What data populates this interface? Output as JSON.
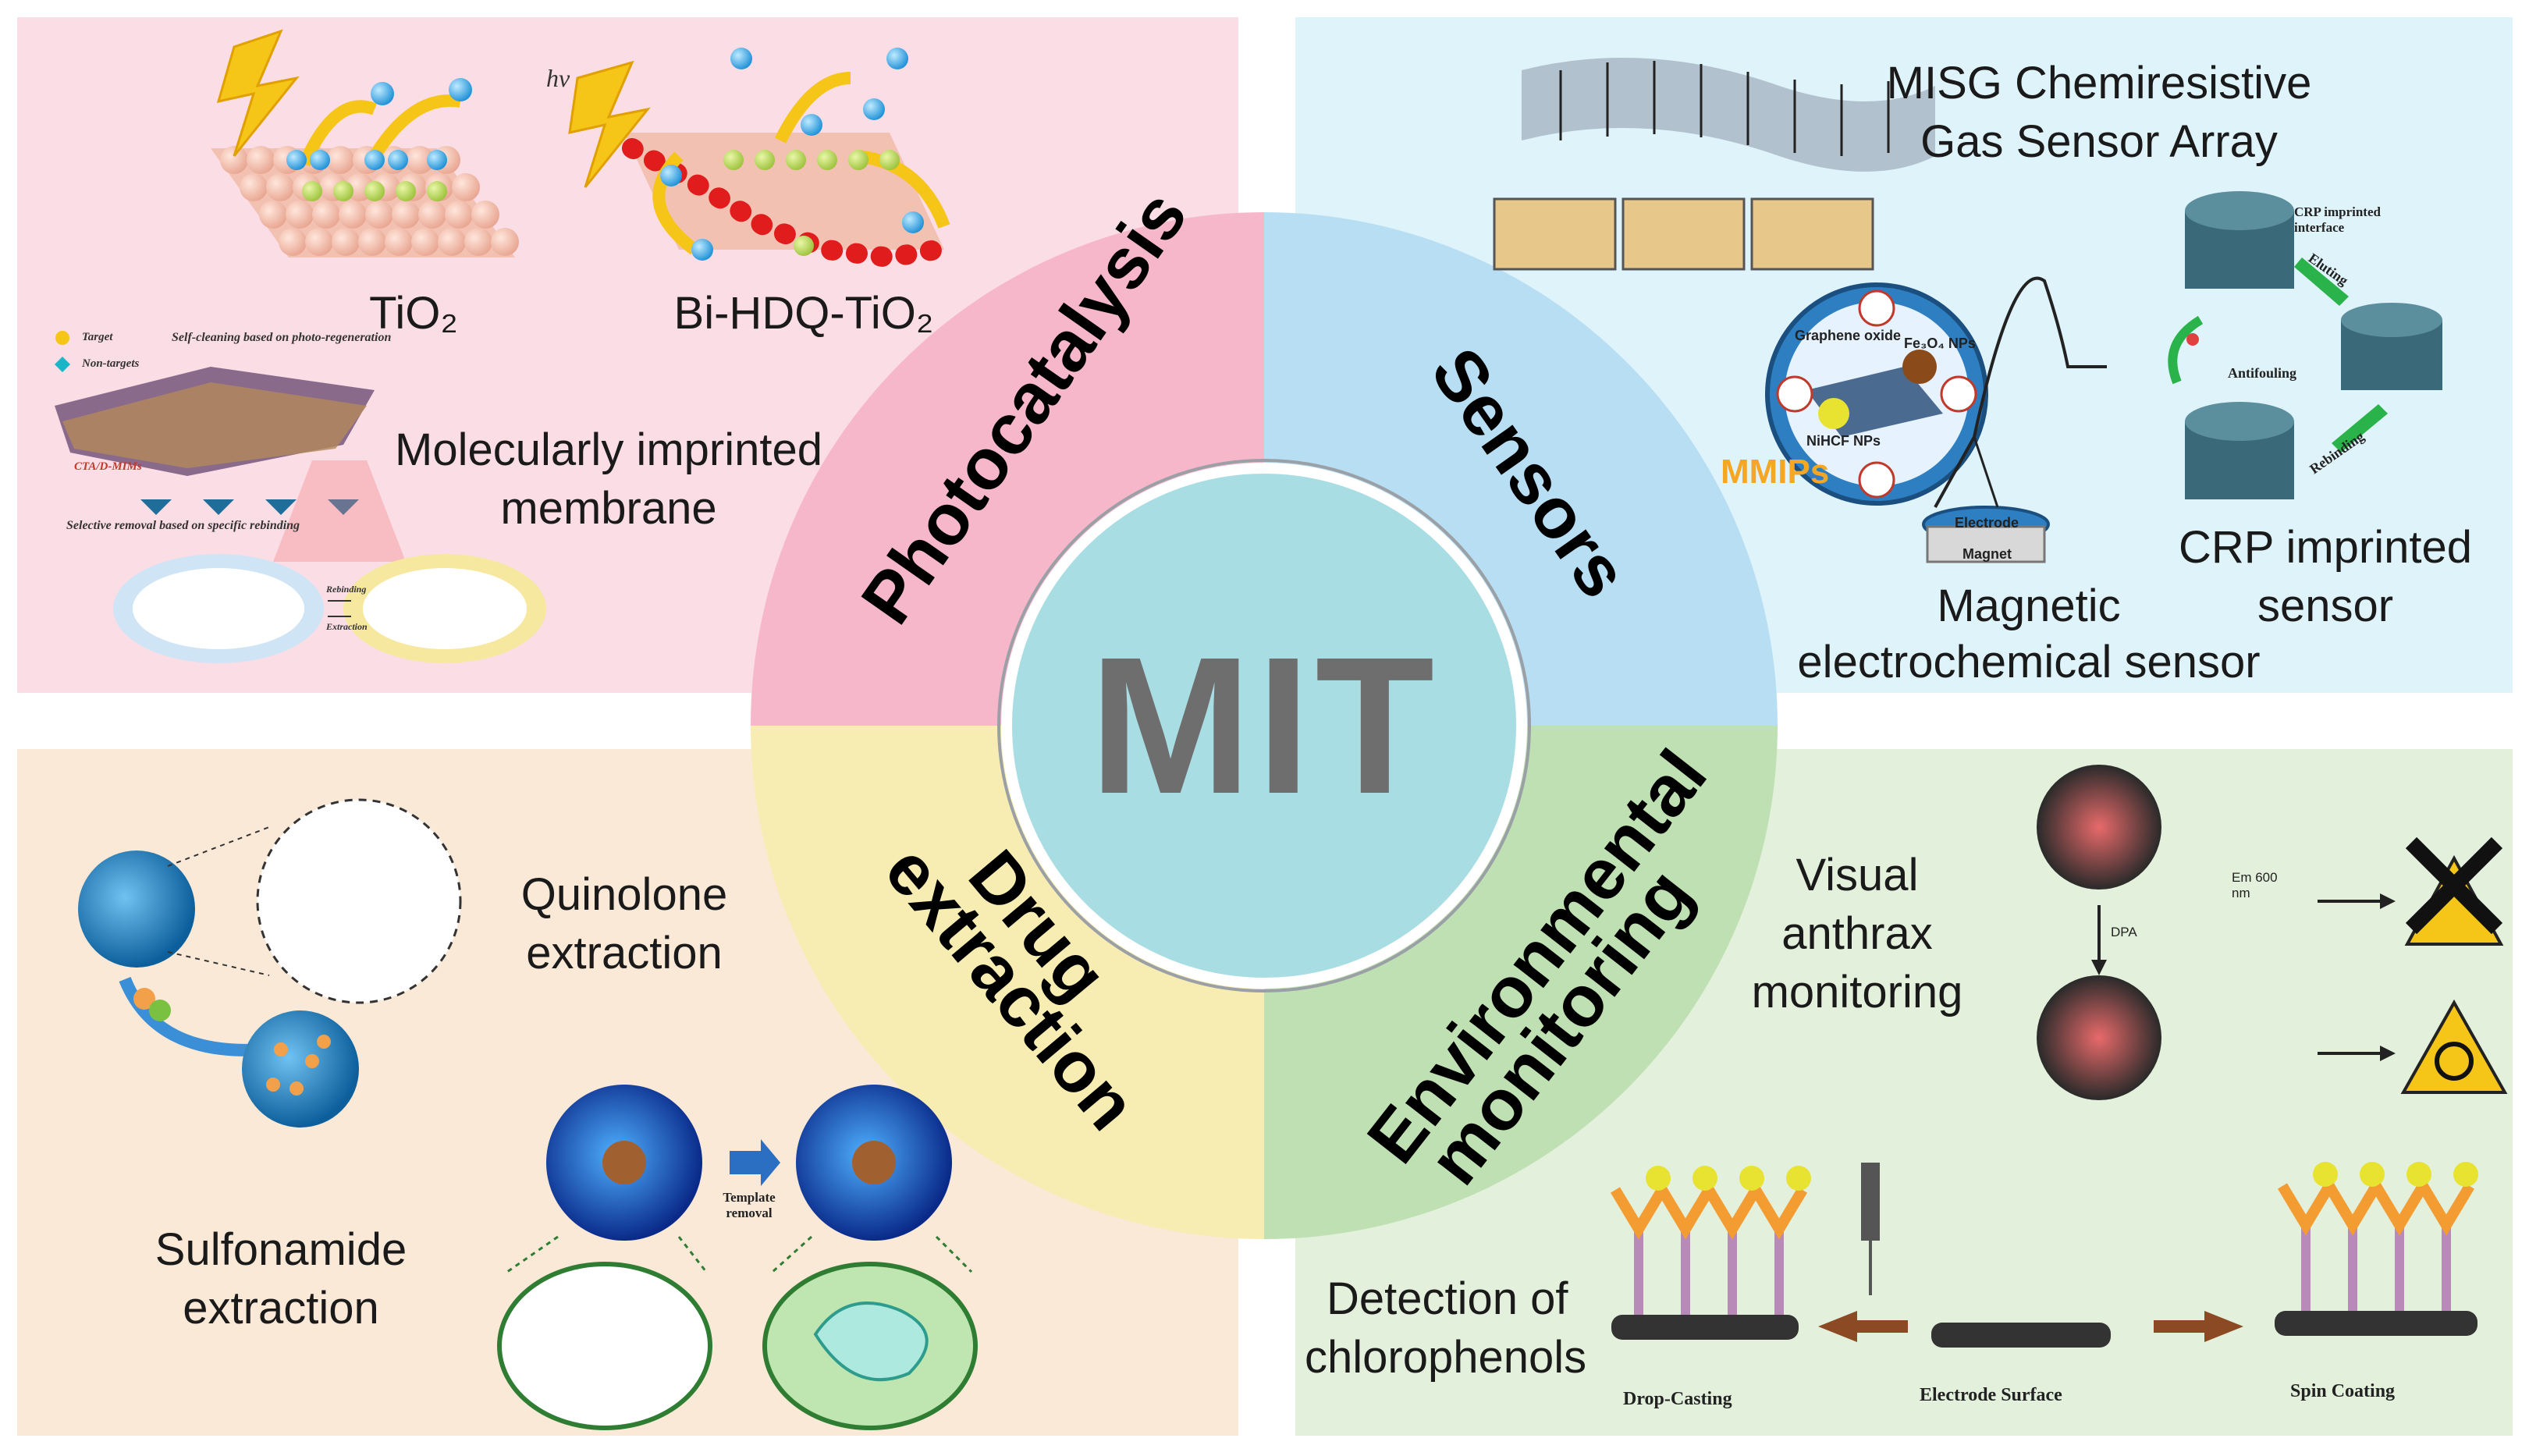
{
  "center": {
    "title": "MIT"
  },
  "sectors": {
    "photocatalysis": "Photocatalysis",
    "sensors": "Sensors",
    "drug_line1": "Drug",
    "drug_line2": "extraction",
    "env_line1": "Environmental",
    "env_line2": "monitoring"
  },
  "photocatalysis_panel": {
    "tio2_label": "TiO₂",
    "bihdq_label": "Bi-HDQ-TiO₂",
    "hv_label": "hv",
    "membrane_line1": "Molecularly imprinted",
    "membrane_line2": "membrane",
    "legend_target": "Target",
    "legend_nontargets": "Non-targets",
    "self_cleaning": "Self-cleaning based on photo-regeneration",
    "selective_removal": "Selective removal based on specific rebinding",
    "membrane_code": "CTA/D-MIMs",
    "rebinding": "Rebinding",
    "extraction": "Extraction"
  },
  "sensors_panel": {
    "misg_line1": "MISG Chemiresistive",
    "misg_line2": "Gas Sensor Array",
    "graphene_oxide": "Graphene oxide",
    "fe3o4": "Fe₃O₄ NPs",
    "nihcf": "NiHCF NPs",
    "mmips": "MMIPs",
    "electrode": "Electrode",
    "magnet": "Magnet",
    "magnetic_line1": "Magnetic",
    "magnetic_line2": "electrochemical sensor",
    "crp_interface": "CRP imprinted interface",
    "eluting": "Eluting",
    "antifouling": "Antifouling",
    "rebinding": "Rebinding",
    "crp_line1": "CRP imprinted",
    "crp_line2": "sensor"
  },
  "drug_panel": {
    "quinolone_line1": "Quinolone",
    "quinolone_line2": "extraction",
    "sulfonamide_line1": "Sulfonamide",
    "sulfonamide_line2": "extraction",
    "template_removal": "Template removal"
  },
  "env_panel": {
    "visual_line1": "Visual",
    "visual_line2": "anthrax",
    "visual_line3": "monitoring",
    "em_label": "Em 600 nm",
    "dpa_label": "DPA",
    "chloro_line1": "Detection of",
    "chloro_line2": "chlorophenols",
    "drop_casting": "Drop-Casting",
    "electrode_surface": "Electrode Surface",
    "spin_coating": "Spin Coating"
  },
  "colors": {
    "photocatalysis_bg": "#fbdde6",
    "sensors_bg": "#dff3fa",
    "drug_bg": "#fbe9d8",
    "env_bg": "#e3f1dc",
    "center_circle": "#a8dde3"
  }
}
